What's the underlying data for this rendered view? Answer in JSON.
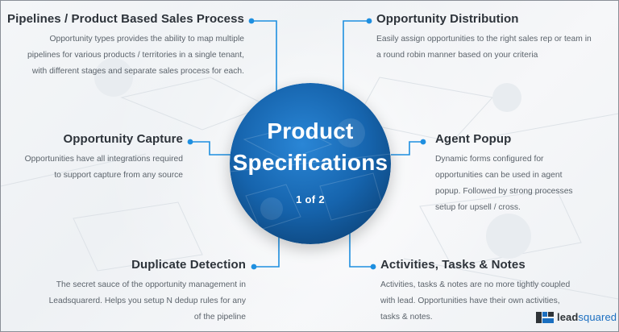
{
  "center": {
    "title_line_1": "Product",
    "title_line_2": "Specifications",
    "subtitle": "1 of 2"
  },
  "features": [
    {
      "title": "Pipelines / Product Based Sales Process",
      "desc_lines": [
        "Opportunity types provides the ability to map multiple",
        "pipelines for various products / territories in a single tenant,",
        "with different stages and separate sales process for each."
      ]
    },
    {
      "title": "Opportunity Distribution",
      "desc_lines": [
        "Easily assign opportunities to the right sales rep or team in",
        "a round robin manner based on your criteria"
      ]
    },
    {
      "title": "Opportunity Capture",
      "desc_lines": [
        "Opportunities have all integrations required",
        "to support capture from any source"
      ]
    },
    {
      "title": "Agent Popup",
      "desc_lines": [
        "Dynamic forms configured for",
        "opportunities can be used in agent",
        "popup. Followed by strong processes",
        "setup for upsell / cross."
      ]
    },
    {
      "title": "Duplicate Detection",
      "desc_lines": [
        "The secret sauce of the opportunity management in",
        "Leadsquarerd. Helps you setup N dedup rules for any",
        "of the pipeline"
      ]
    },
    {
      "title": "Activities, Tasks & Notes",
      "desc_lines": [
        "Activities, tasks & notes are no more tightly coupled",
        "with lead. Opportunities have their own activities,",
        "tasks & notes."
      ]
    }
  ],
  "brand": {
    "name_part_1": "lead",
    "name_part_2": "squared"
  },
  "colors": {
    "accent": "#1e8fe0",
    "circle_dark": "#0f4d86",
    "circle_mid": "#1a70bd",
    "title_text": "#2d333a",
    "body_text": "#5b636b"
  }
}
